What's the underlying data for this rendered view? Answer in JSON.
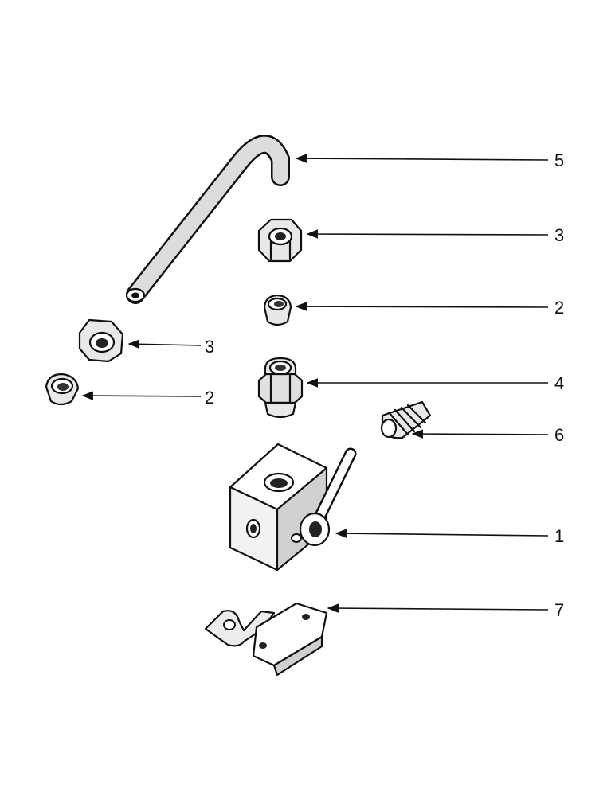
{
  "callouts": [
    {
      "id": "c5a",
      "label": "5",
      "part": "bent tube"
    },
    {
      "id": "c3a",
      "label": "3",
      "part": "hex nut"
    },
    {
      "id": "c2a",
      "label": "2",
      "part": "ferrule sleeve"
    },
    {
      "id": "c3b",
      "label": "3",
      "part": "hex nut"
    },
    {
      "id": "c4",
      "label": "4",
      "part": "union fitting"
    },
    {
      "id": "c2b",
      "label": "2",
      "part": "ferrule sleeve"
    },
    {
      "id": "c6",
      "label": "6",
      "part": "pipe plug"
    },
    {
      "id": "c1",
      "label": "1",
      "part": "valve body"
    },
    {
      "id": "c7",
      "label": "7",
      "part": "mounting bracket"
    }
  ],
  "colors": {
    "ink": "#111111",
    "paper": "#ffffff",
    "shade": "#d8d8d8"
  }
}
